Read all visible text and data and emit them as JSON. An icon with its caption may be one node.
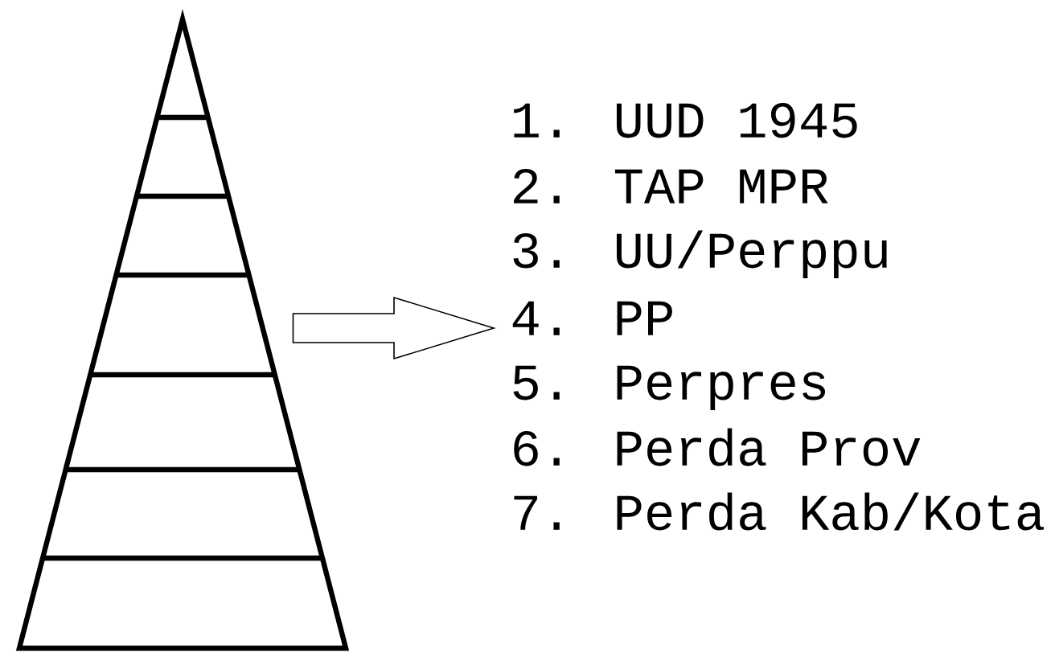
{
  "diagram": {
    "nodes": [
      {
        "text": [],
        "shape": "triangle"
      },
      {
        "text": [
          "1. UUD 1945"
        ]
      },
      {
        "text": [
          "2. TAP MPR"
        ]
      },
      {
        "text": [
          "3. UU/Perppu"
        ]
      },
      {
        "text": [
          "4. PP"
        ]
      },
      {
        "text": [
          "5. Perpres"
        ]
      },
      {
        "text": [
          "6. Perda Prov"
        ]
      },
      {
        "text": [
          "7. Perda Kab/Kota"
        ]
      }
    ],
    "edges": [
      {
        "from": 0,
        "to": 4,
        "arrow": "to"
      }
    ]
  }
}
